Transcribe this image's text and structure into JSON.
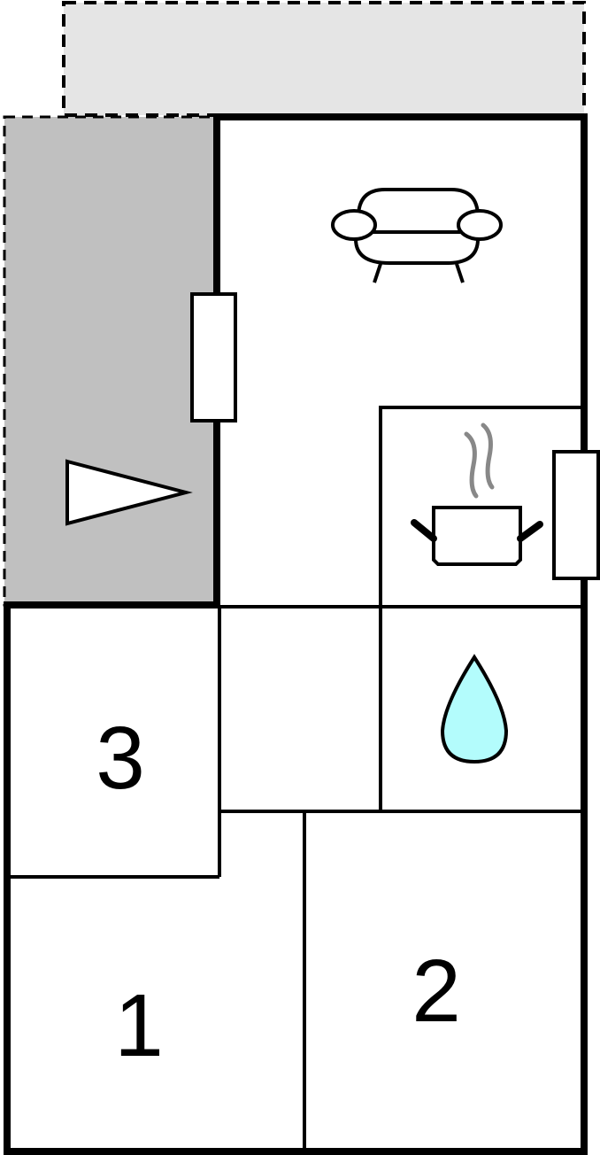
{
  "rooms": [
    {
      "label": "3"
    },
    {
      "label": "1"
    },
    {
      "label": "2"
    }
  ],
  "icons": {
    "living": "armchair-icon",
    "kitchen": "cooking-pot-icon",
    "bathroom": "water-drop-icon",
    "entrance": "entrance-arrow-icon"
  },
  "colors": {
    "terrace": "#e5e5e5",
    "patio": "#c0c0c0",
    "water": "#b3fcfc",
    "steam": "#888888"
  }
}
